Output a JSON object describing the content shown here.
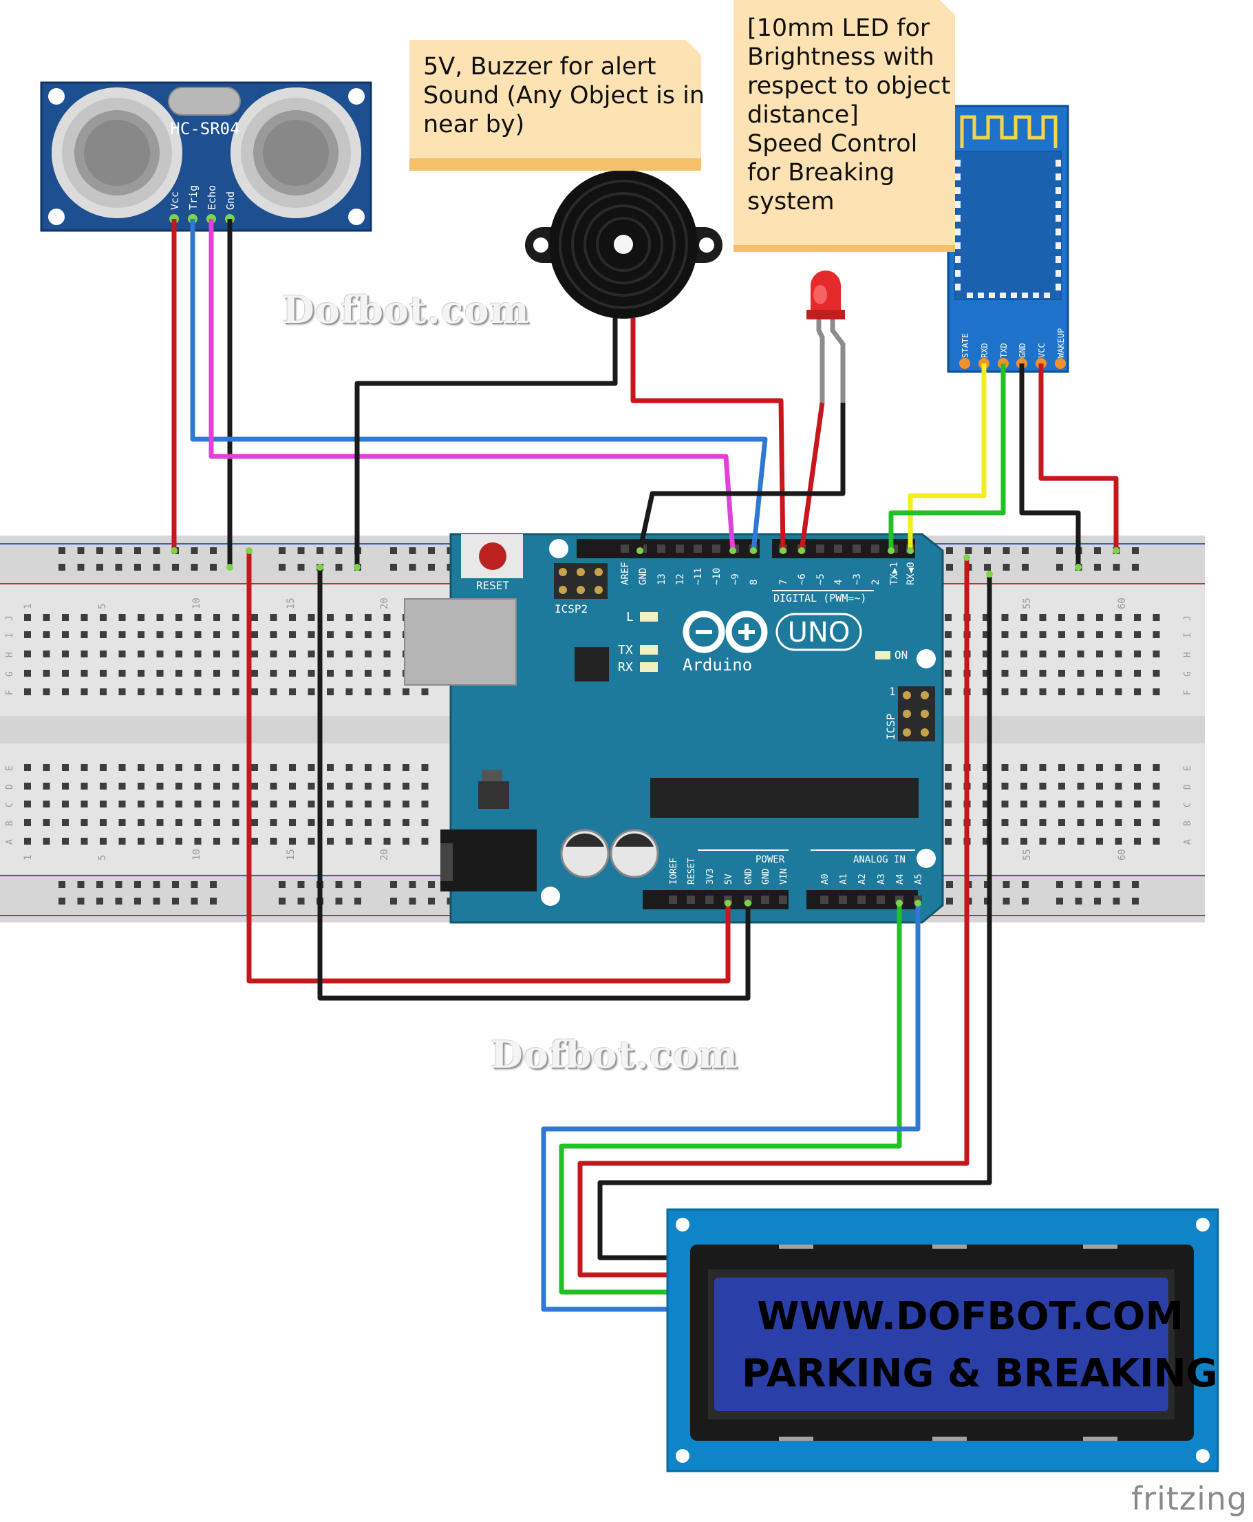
{
  "notes": {
    "buzzer": [
      "5V, Buzzer for alert",
      "Sound (Any Object is in",
      "near by)"
    ],
    "led": [
      "[10mm LED for",
      "Brightness with",
      "respect to object",
      "distance]",
      "Speed Control",
      "for Breaking",
      "system"
    ]
  },
  "watermark": "Dofbot.com",
  "fritzing": "fritzing",
  "hcsr04": {
    "label": "HC-SR04",
    "pins": [
      "Vcc",
      "Trig",
      "Echo",
      "Gnd"
    ]
  },
  "bluetooth": {
    "pins": [
      "STATE",
      "RXD",
      "TXD",
      "GND",
      "VCC",
      "WAKEUP"
    ]
  },
  "arduino": {
    "reset": "RESET",
    "icsp2": "ICSP2",
    "icsp": "ICSP",
    "led_l": "L",
    "led_tx": "TX",
    "led_rx": "RX",
    "logo": "UNO",
    "brand": "Arduino",
    "on": "ON",
    "digital": "DIGITAL (PWM=~)",
    "power": "POWER",
    "analog": "ANALOG IN",
    "digital_pins": [
      "AREF",
      "GND",
      "13",
      "12",
      "~11",
      "~10",
      "~9",
      "8",
      "7",
      "~6",
      "~5",
      "4",
      "~3",
      "2",
      "TX▶1",
      "RX◀0"
    ],
    "power_pins": [
      "IOREF",
      "RESET",
      "3V3",
      "5V",
      "GND",
      "GND",
      "VIN"
    ],
    "analog_pins": [
      "A0",
      "A1",
      "A2",
      "A3",
      "A4",
      "A5"
    ],
    "icsp_one": "1"
  },
  "breadboard": {
    "row_letters_top": [
      "J",
      "I",
      "H",
      "G",
      "F"
    ],
    "row_letters_bottom": [
      "E",
      "D",
      "C",
      "B",
      "A"
    ],
    "col_numbers": [
      "1",
      "5",
      "10",
      "15",
      "20",
      "55",
      "60"
    ]
  },
  "lcd": {
    "line1": "WWW.DOFBOT.COM",
    "line2": "PARKING & BREAKING"
  },
  "colors": {
    "wire_red": "#c8161d",
    "wire_black": "#1a1a1a",
    "wire_blue": "#2f78d3",
    "wire_magenta": "#e33fd9",
    "wire_green": "#21c125",
    "wire_yellow": "#f0ee1b",
    "wire_gray": "#8c8c8c",
    "arduino": "#1d7a9c",
    "sensor": "#1d4f91",
    "bt": "#1e72c9",
    "lcd_board": "#0f84c8",
    "lcd_screen": "#2b3fa8",
    "note": "#fde3b4"
  }
}
